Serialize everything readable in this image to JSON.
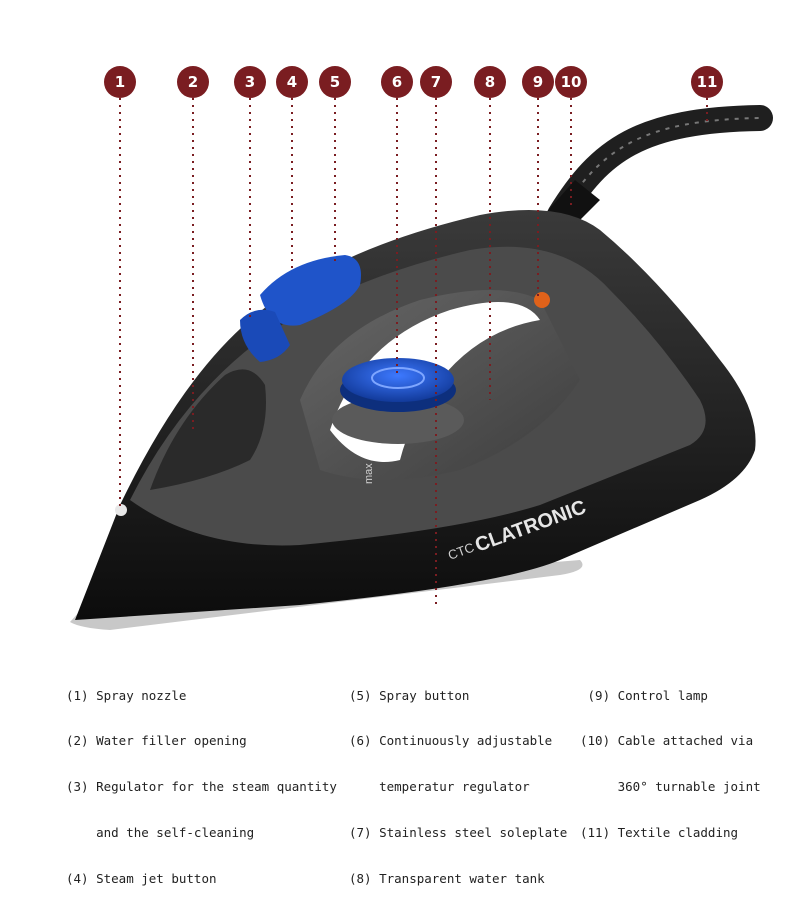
{
  "markers": [
    "1",
    "2",
    "3",
    "4",
    "5",
    "6",
    "7",
    "8",
    "9",
    "10",
    "11"
  ],
  "brand": {
    "logo_small": "CTC",
    "logo_main": "CLATRONIC",
    "max_label": "max"
  },
  "colors": {
    "marker": "#7a1d21",
    "body": "#1a1a1a",
    "accent_blue": "#1f54c9",
    "cable": "#2b2b2b",
    "lamp": "#e0621a",
    "soleplate": "#c8c8c8"
  },
  "legend": {
    "col1": [
      "(1) Spray nozzle",
      "(2) Water filler opening",
      "(3) Regulator for the steam quantity",
      "    and the self-cleaning",
      "(4) Steam jet button"
    ],
    "col2": [
      "(5) Spray button",
      "(6) Continuously adjustable",
      "    temperatur regulator",
      "(7) Stainless steel soleplate",
      "(8) Transparent water tank"
    ],
    "col3": [
      " (9) Control lamp",
      "(10) Cable attached via",
      "     360° turnable joint",
      "(11) Textile cladding"
    ]
  }
}
